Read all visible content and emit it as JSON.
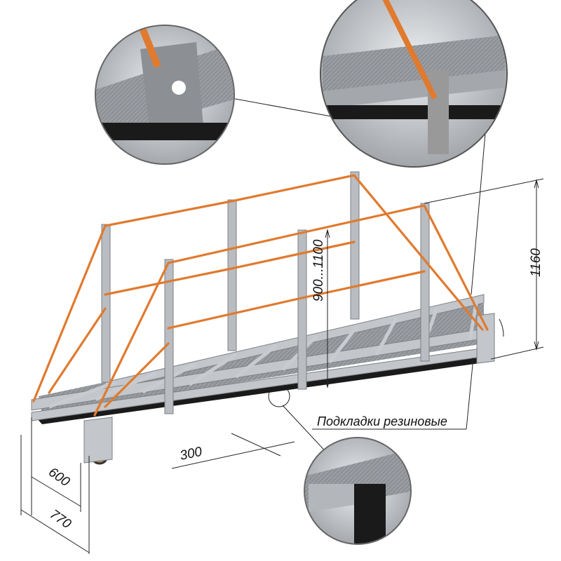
{
  "dimensions": {
    "overall_height": "1160",
    "railing_height": "900...1100",
    "step_pitch": "300",
    "inner_width": "600",
    "outer_width": "770"
  },
  "callouts": {
    "rubber_pads": "Подкладки резиновые"
  },
  "colors": {
    "rope": "#e07a2e",
    "metal": "#b9bcc0",
    "base": "#1a1a1a"
  }
}
